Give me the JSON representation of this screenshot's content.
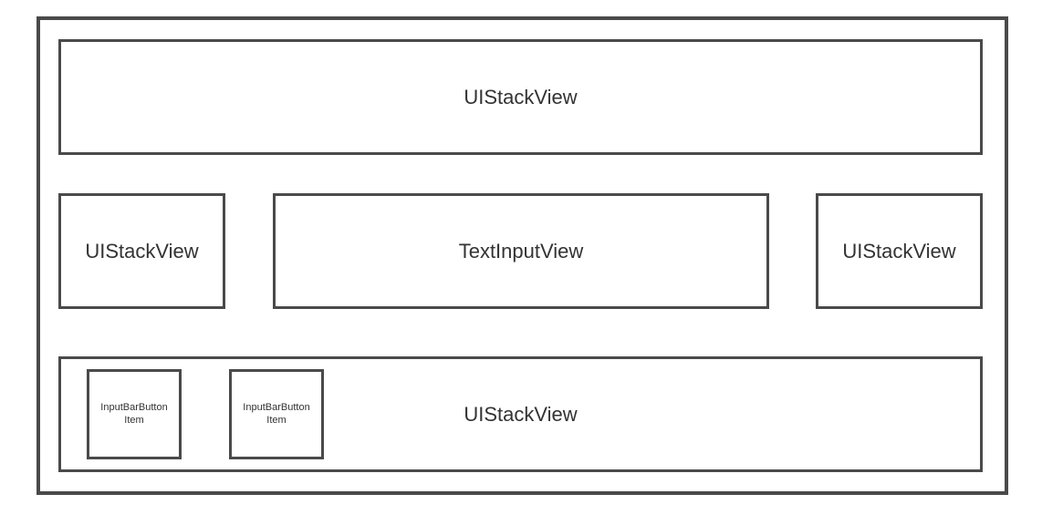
{
  "diagram": {
    "top_row": {
      "label": "UIStackView"
    },
    "middle_row": {
      "left_label": "UIStackView",
      "center_label": "TextInputView",
      "right_label": "UIStackView"
    },
    "bottom_row": {
      "label": "UIStackView",
      "items": [
        {
          "label": "InputBarButton\nItem"
        },
        {
          "label": "InputBarButton\nItem"
        }
      ]
    }
  }
}
